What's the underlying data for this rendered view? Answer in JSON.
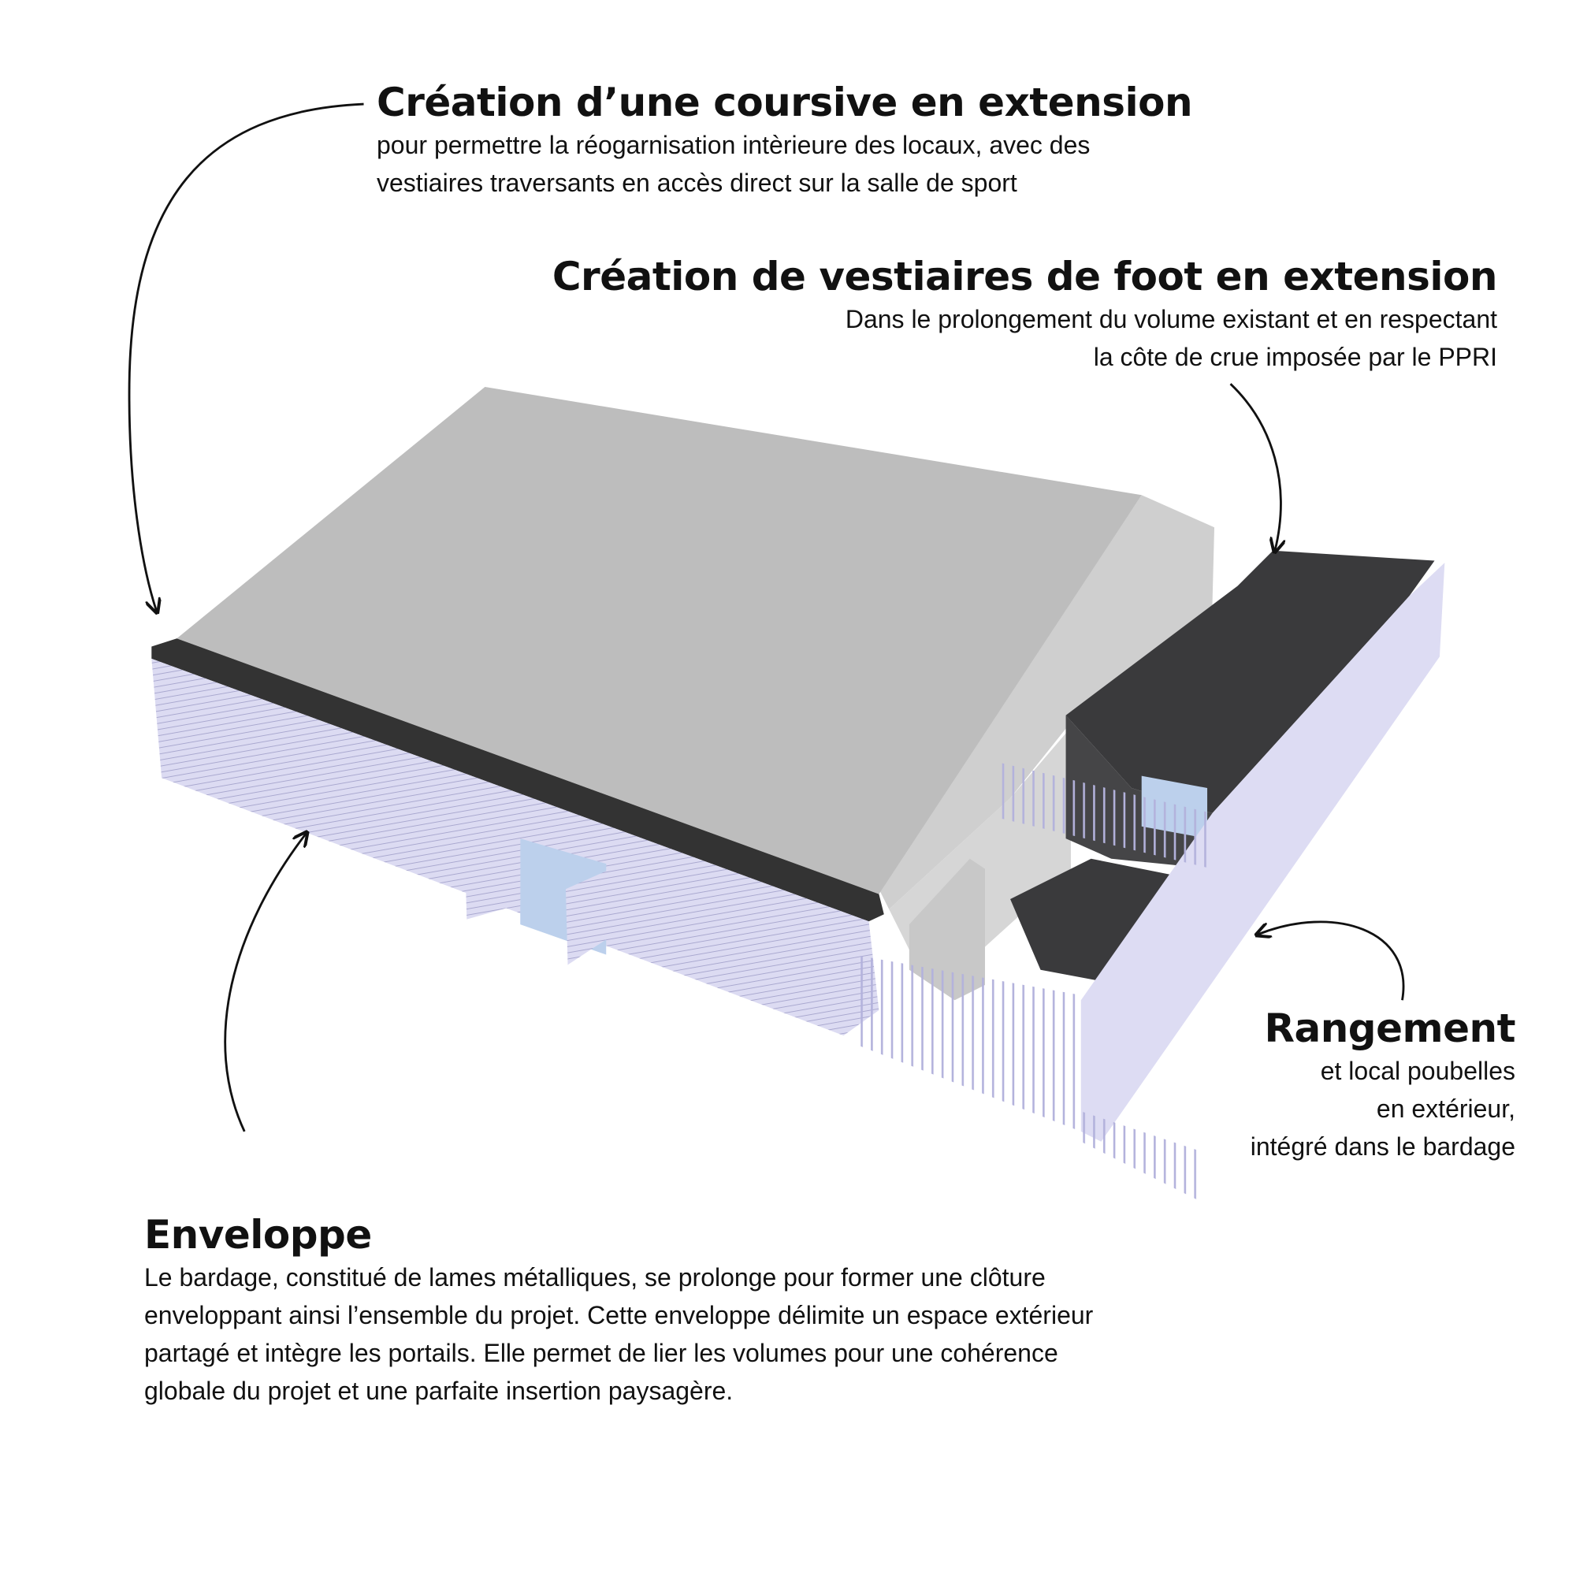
{
  "annotations": {
    "coursive": {
      "title": "Création d’une coursive en extension",
      "lines": [
        "pour permettre la réogarnisation intèrieure des locaux, avec des",
        "vestiaires traversants en accès direct sur la salle de sport"
      ]
    },
    "vestiaires": {
      "title": "Création de vestiaires de foot en extension",
      "lines": [
        "Dans le prolongement  du volume existant et en respectant",
        "la côte de crue imposée par le PPRI"
      ]
    },
    "rangement": {
      "title": "Rangement",
      "lines": [
        "et local poubelles",
        "en extérieur,",
        "intégré dans le bardage"
      ]
    },
    "enveloppe": {
      "title": "Enveloppe",
      "lines": [
        "Le bardage, constitué de lames métalliques, se prolonge pour former une clôture",
        "enveloppant ainsi l’ensemble du projet. Cette enveloppe délimite un espace extérieur",
        "partagé et intègre les portails. Elle permet de lier les volumes pour une cohérence",
        "globale du projet et une parfaite insertion paysagère."
      ]
    }
  },
  "colors": {
    "roof": "#bdbdbd",
    "dark_roof": "#3a3a3c",
    "cladding": "#d9d8f0",
    "glass": "#bcd0ec",
    "text": "#111111"
  }
}
